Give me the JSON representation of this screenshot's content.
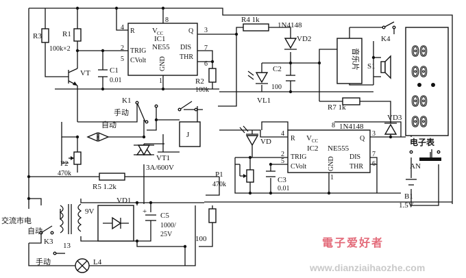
{
  "labels": {
    "r3": "R3",
    "r1": "R1",
    "r1_val": "100k×2",
    "vt": "VT",
    "c1": "C1",
    "c1_val": "0.01",
    "ic1": "IC1",
    "ic1_type": "NE55",
    "vcc": "V",
    "vcc_sub": "CC",
    "pin_r": "R",
    "pin_trig": "TRIG",
    "pin_cvolt": "CVolt",
    "pin_gnd": "GND",
    "pin_q": "Q",
    "pin_dis": "DIS",
    "pin_thr": "THR",
    "n8": "8",
    "n4": "4",
    "n2": "2",
    "n5": "5",
    "n1": "1",
    "n3": "3",
    "n7": "7",
    "n6": "6",
    "r2": "R2",
    "r2_val": "100k",
    "r4": "R4 1k",
    "d_1n4148_a": "1N4148",
    "vd2": "VD2",
    "c2": "C2",
    "c2_val": "100",
    "vl1": "VL1",
    "music": "音乐片",
    "k4": "K4",
    "s1": "S1",
    "r7": "R7 1k",
    "vd3": "VD3",
    "d_1n4148_b": "1N4148",
    "k1": "K1",
    "manual": "手动",
    "auto": "自动",
    "j": "J",
    "vt1": "VT1",
    "vt1_rating": "3A/600V",
    "p2": "P2",
    "p2_val": "470k",
    "r5": "R5 1.2k",
    "vd": "VD",
    "ic2": "IC2",
    "ic2_type": "NE555",
    "p1": "P1",
    "p1_val": "470k",
    "c3": "C3",
    "c3_val": "0.01",
    "clock": "电子表",
    "an": "AN",
    "b1": "B1",
    "b1_val": "1.5V",
    "ac_mains": "交流市电",
    "auto2": "自动",
    "k3": "K3",
    "n13": "13",
    "manual2": "手动",
    "l4": "L4",
    "v9": "9V",
    "vd1": "VD1",
    "c5": "C5",
    "c5_val1": "1000/",
    "c5_val2": "25V",
    "r100": "100",
    "plus": "+",
    "digits_a": "00",
    "digits_b": "00",
    "digits_c": "00",
    "digits_d": "00"
  },
  "watermark": {
    "cn": "電子爱好者",
    "url": "www.dianziaihaozhe.com"
  }
}
